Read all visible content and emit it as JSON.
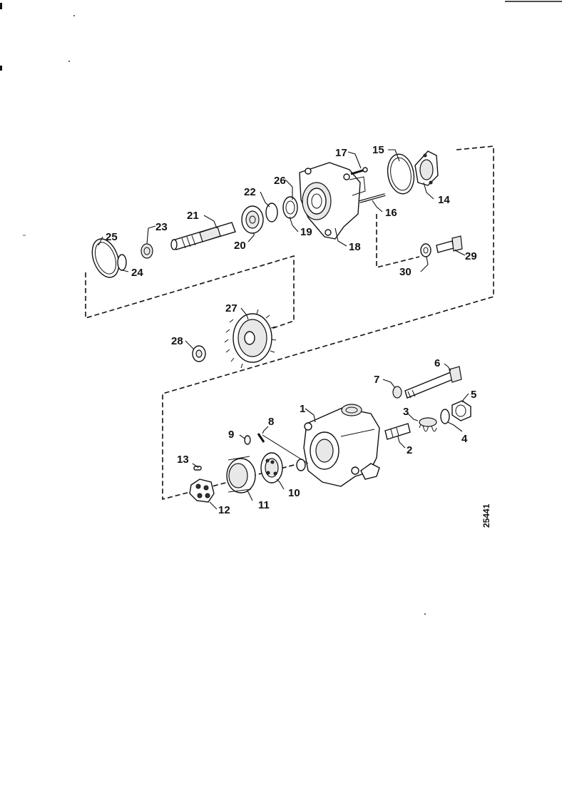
{
  "figure_number": "25441",
  "callouts": {
    "c1": "1",
    "c2": "2",
    "c3": "3",
    "c4": "4",
    "c5": "5",
    "c6": "6",
    "c7": "7",
    "c8": "8",
    "c9": "9",
    "c10": "10",
    "c11": "11",
    "c12": "12",
    "c13": "13",
    "c14": "14",
    "c15": "15",
    "c16": "16",
    "c17": "17",
    "c18": "18",
    "c19": "19",
    "c20": "20",
    "c21": "21",
    "c22": "22",
    "c23": "23",
    "c24": "24",
    "c25": "25",
    "c26": "26",
    "c27": "27",
    "c28": "28",
    "c29": "29",
    "c30": "30"
  }
}
